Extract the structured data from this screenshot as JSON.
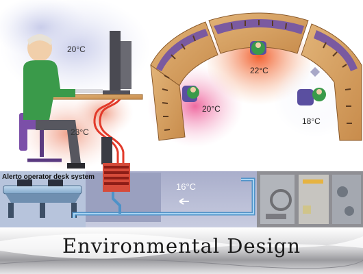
{
  "labels": {
    "person_head_temp": "20°C",
    "person_feet_temp": "23°C",
    "left_seat_temp": "20°C",
    "center_seat_temp": "22°C",
    "right_seat_temp": "18°C",
    "floor_airflow_temp": "16°C"
  },
  "desk_system_label": "Alerto operator desk system",
  "title": "Environmental Design",
  "colors": {
    "wood": "#d7a160",
    "wood_dark": "#8a5a2c",
    "purple": "#7b4fa8",
    "shirt": "#3a9a4a",
    "cool_blue": "#5aa8d8",
    "warm_red": "#e23a2a"
  }
}
